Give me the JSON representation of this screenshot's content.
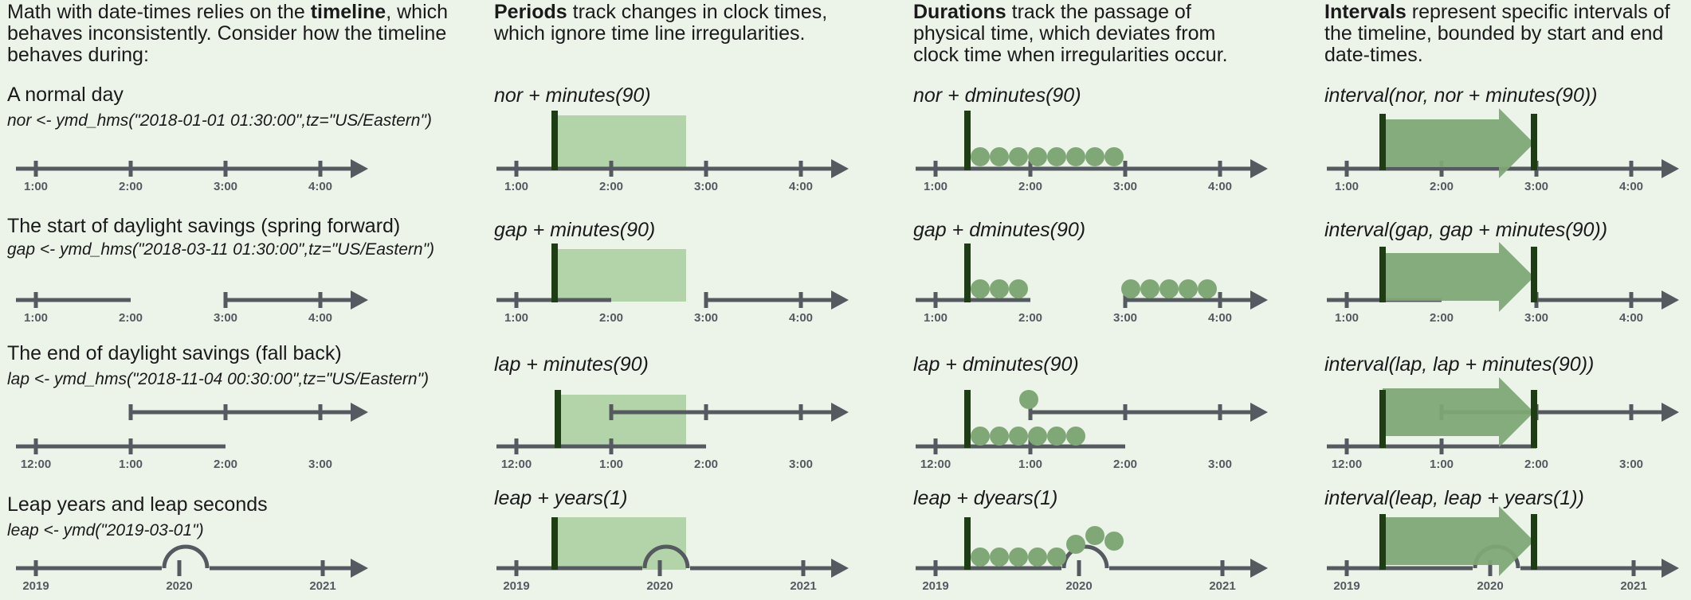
{
  "columns": [
    {
      "bold": "",
      "rest": "",
      "full_prefix": "Math with date-times relies on the ",
      "full_bold": "timeline",
      "full_suffix": ", which behaves inconsistently.  Consider how the timeline behaves during:"
    },
    {
      "bold": "Periods",
      "rest": " track changes in clock times, which ignore time line irregularities."
    },
    {
      "bold": "Durations",
      "rest": " track the passage of physical time, which deviates from clock time when irregularities occur."
    },
    {
      "bold": "Intervals",
      "rest": " represent specific intervals of the timeline, bounded by start and end date-times."
    }
  ],
  "rows": [
    {
      "title": "A normal day",
      "code": "nor <- ymd_hms(\"2018-01-01 01:30:00\",tz=\"US/Eastern\")",
      "period": "nor + minutes(90)",
      "duration": "nor + dminutes(90)",
      "interval": "interval(nor, nor + minutes(90))",
      "ticks": [
        "1:00",
        "2:00",
        "3:00",
        "4:00"
      ]
    },
    {
      "title": "The start of daylight savings (spring forward)",
      "code": "gap <- ymd_hms(\"2018-03-11 01:30:00\",tz=\"US/Eastern\")",
      "period": "gap + minutes(90)",
      "duration": "gap + dminutes(90)",
      "interval": "interval(gap, gap + minutes(90))",
      "ticks": [
        "1:00",
        "2:00",
        "3:00",
        "4:00"
      ]
    },
    {
      "title": "The end of daylight savings (fall back)",
      "code": "lap <- ymd_hms(\"2018-11-04 00:30:00\",tz=\"US/Eastern\")",
      "period": "lap + minutes(90)",
      "duration": "lap + dminutes(90)",
      "interval": "interval(lap, lap + minutes(90))",
      "ticks": [
        "12:00",
        "1:00",
        "2:00",
        "3:00"
      ]
    },
    {
      "title": "Leap years and leap seconds",
      "code": "leap <- ymd(\"2019-03-01\")",
      "period": "leap + years(1)",
      "duration": "leap + dyears(1)",
      "interval": "interval(leap, leap + years(1))",
      "ticks": [
        "2019",
        "2020",
        "2021"
      ]
    }
  ],
  "colors": {
    "line": "#555a60",
    "marker": "#1e3d14",
    "period_fill": "#b2d4a8",
    "dot": "#7fa876",
    "arrow": "#7fa876"
  }
}
